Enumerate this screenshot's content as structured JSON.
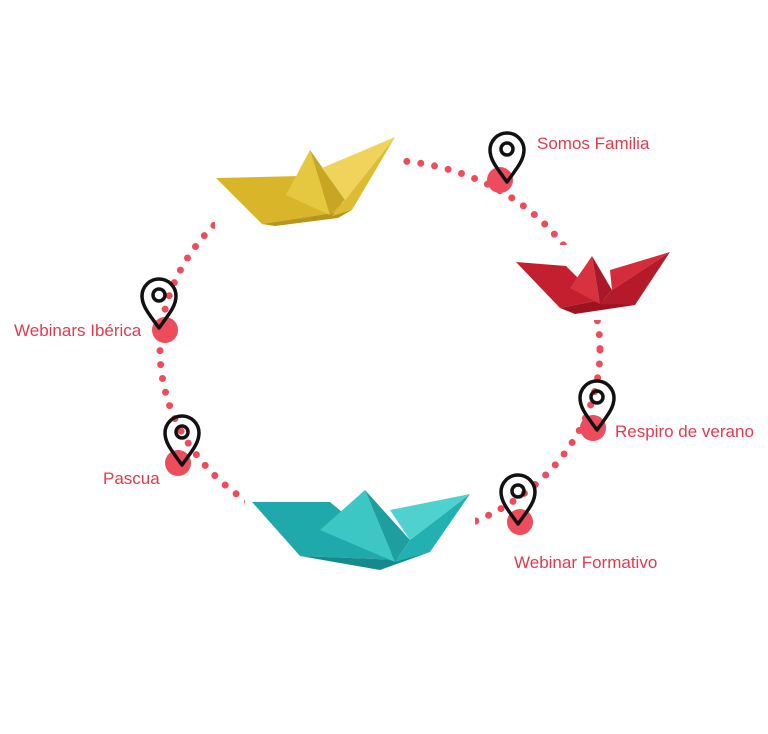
{
  "colors": {
    "accent": "#ec4c5c",
    "yellow_boat": "#e2c230",
    "red_boat": "#c8202e",
    "teal_boat": "#2bb8b8",
    "pin": "#111111"
  },
  "milestones": [
    {
      "label": "Somos Familia"
    },
    {
      "label": "Respiro de verano"
    },
    {
      "label": "Webinar Formativo"
    },
    {
      "label": "Pascua"
    },
    {
      "label": "Webinars Ibérica"
    }
  ]
}
